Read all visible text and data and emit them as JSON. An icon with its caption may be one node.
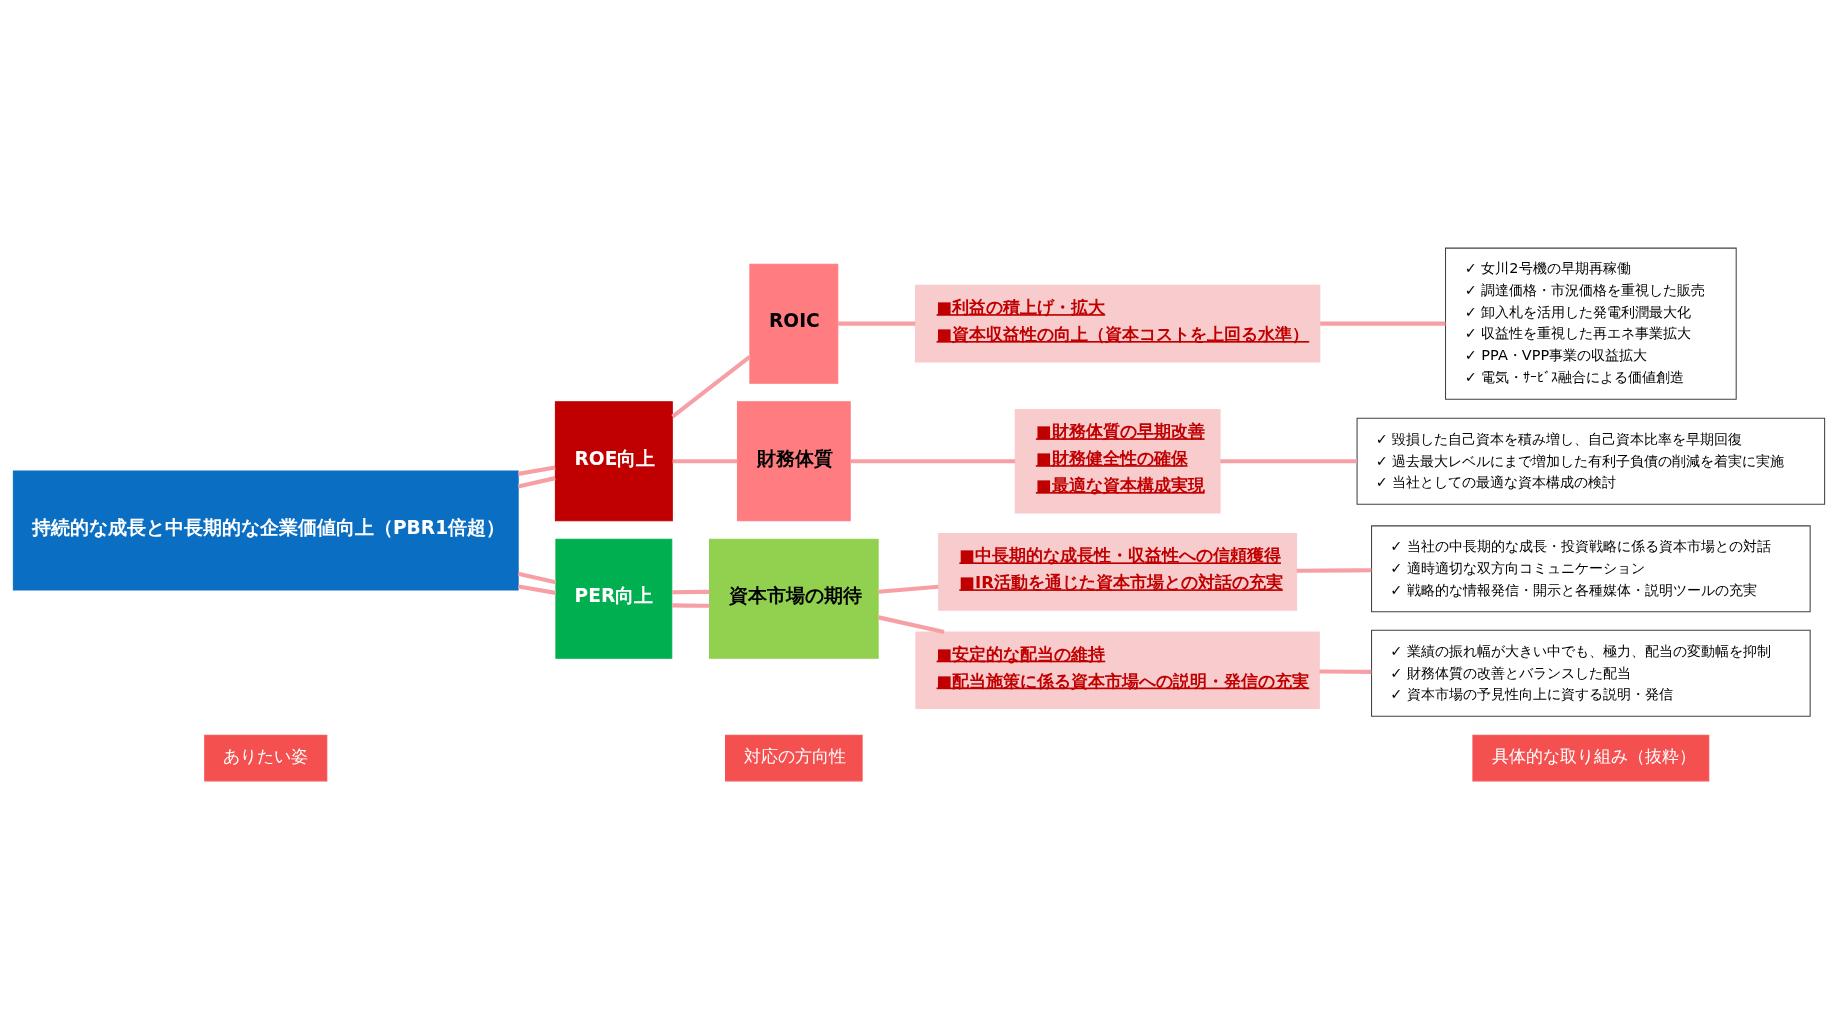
{
  "diagram": {
    "nodes": [
      {
        "text": [
          "ありたい姿"
        ]
      },
      {
        "text": [
          "対応の方向性"
        ]
      },
      {
        "text": [
          "具体的な取り組み（抜粋）"
        ]
      },
      {
        "text": [
          "持続的な成長と中長期的な企業価値向上（PBR1倍超）"
        ]
      },
      {
        "text": [
          "ROE向上"
        ]
      },
      {
        "text": [
          "PER向上"
        ]
      },
      {
        "text": [
          "ROIC"
        ]
      },
      {
        "text": [
          "財務体質"
        ]
      },
      {
        "text": [
          "資本市場の期待"
        ]
      },
      {
        "text": [
          "■利益の積上げ・拡大",
          "■資本収益性の向上（資本コストを上回る水準）"
        ]
      },
      {
        "text": [
          "■財務体質の早期改善",
          "■財務健全性の確保",
          "■最適な資本構成実現"
        ]
      },
      {
        "text": [
          "■中長期的な成長性・収益性への信頼獲得",
          "■IR活動を通じた資本市場との対話の充実"
        ]
      },
      {
        "text": [
          "■安定的な配当の維持",
          "■配当施策に係る資本市場への説明・発信の充実"
        ]
      },
      {
        "text": [
          "✓ 女川2号機の早期再稼働",
          "✓ 調達価格・市況価格を重視した販売",
          "✓ 卸入札を活用した発電利潤最大化",
          "✓ 収益性を重視した再エネ事業拡大",
          "✓ PPA・VPP事業の収益拡大",
          "✓ 電気・ｻｰﾋﾞｽ融合による価値創造"
        ]
      },
      {
        "text": [
          "✓ 毀損した自己資本を積み増し、自己資本比率を早期回復",
          "✓ 過去最大レベルにまで増加した有利子負債の削減を着実に実施",
          "✓ 当社としての最適な資本構成の検討"
        ]
      },
      {
        "text": [
          "✓ 当社の中長期的な成長・投資戦略に係る資本市場との対話",
          "✓ 適時適切な双方向コミュニケーション",
          "✓ 戦略的な情報発信・開示と各種媒体・説明ツールの充実"
        ]
      },
      {
        "text": [
          "✓ 業績の振れ幅が大きい中でも、極力、配当の変動幅を抑制",
          "✓ 財務体質の改善とバランスした配当",
          "✓ 資本市場の予見性向上に資する説明・発信"
        ]
      }
    ],
    "edges": [
      {
        "from": 3,
        "to": 4,
        "arrow": "none"
      },
      {
        "from": 3,
        "to": 4,
        "arrow": "none"
      },
      {
        "from": 3,
        "to": 5,
        "arrow": "none"
      },
      {
        "from": 3,
        "to": 5,
        "arrow": "none"
      },
      {
        "from": 4,
        "to": 6,
        "arrow": "none"
      },
      {
        "from": 4,
        "to": 7,
        "arrow": "none"
      },
      {
        "from": 5,
        "to": 8,
        "arrow": "none"
      },
      {
        "from": 5,
        "to": 8,
        "arrow": "none"
      },
      {
        "from": 6,
        "to": 9,
        "arrow": "none"
      },
      {
        "from": 7,
        "to": 10,
        "arrow": "none"
      },
      {
        "from": 8,
        "to": 11,
        "arrow": "none"
      },
      {
        "from": 8,
        "to": 12,
        "arrow": "none"
      },
      {
        "from": 9,
        "to": 13,
        "arrow": "none"
      },
      {
        "from": 10,
        "to": 14,
        "arrow": "none"
      },
      {
        "from": 11,
        "to": 15,
        "arrow": "none"
      },
      {
        "from": 12,
        "to": 16,
        "arrow": "none"
      }
    ]
  }
}
